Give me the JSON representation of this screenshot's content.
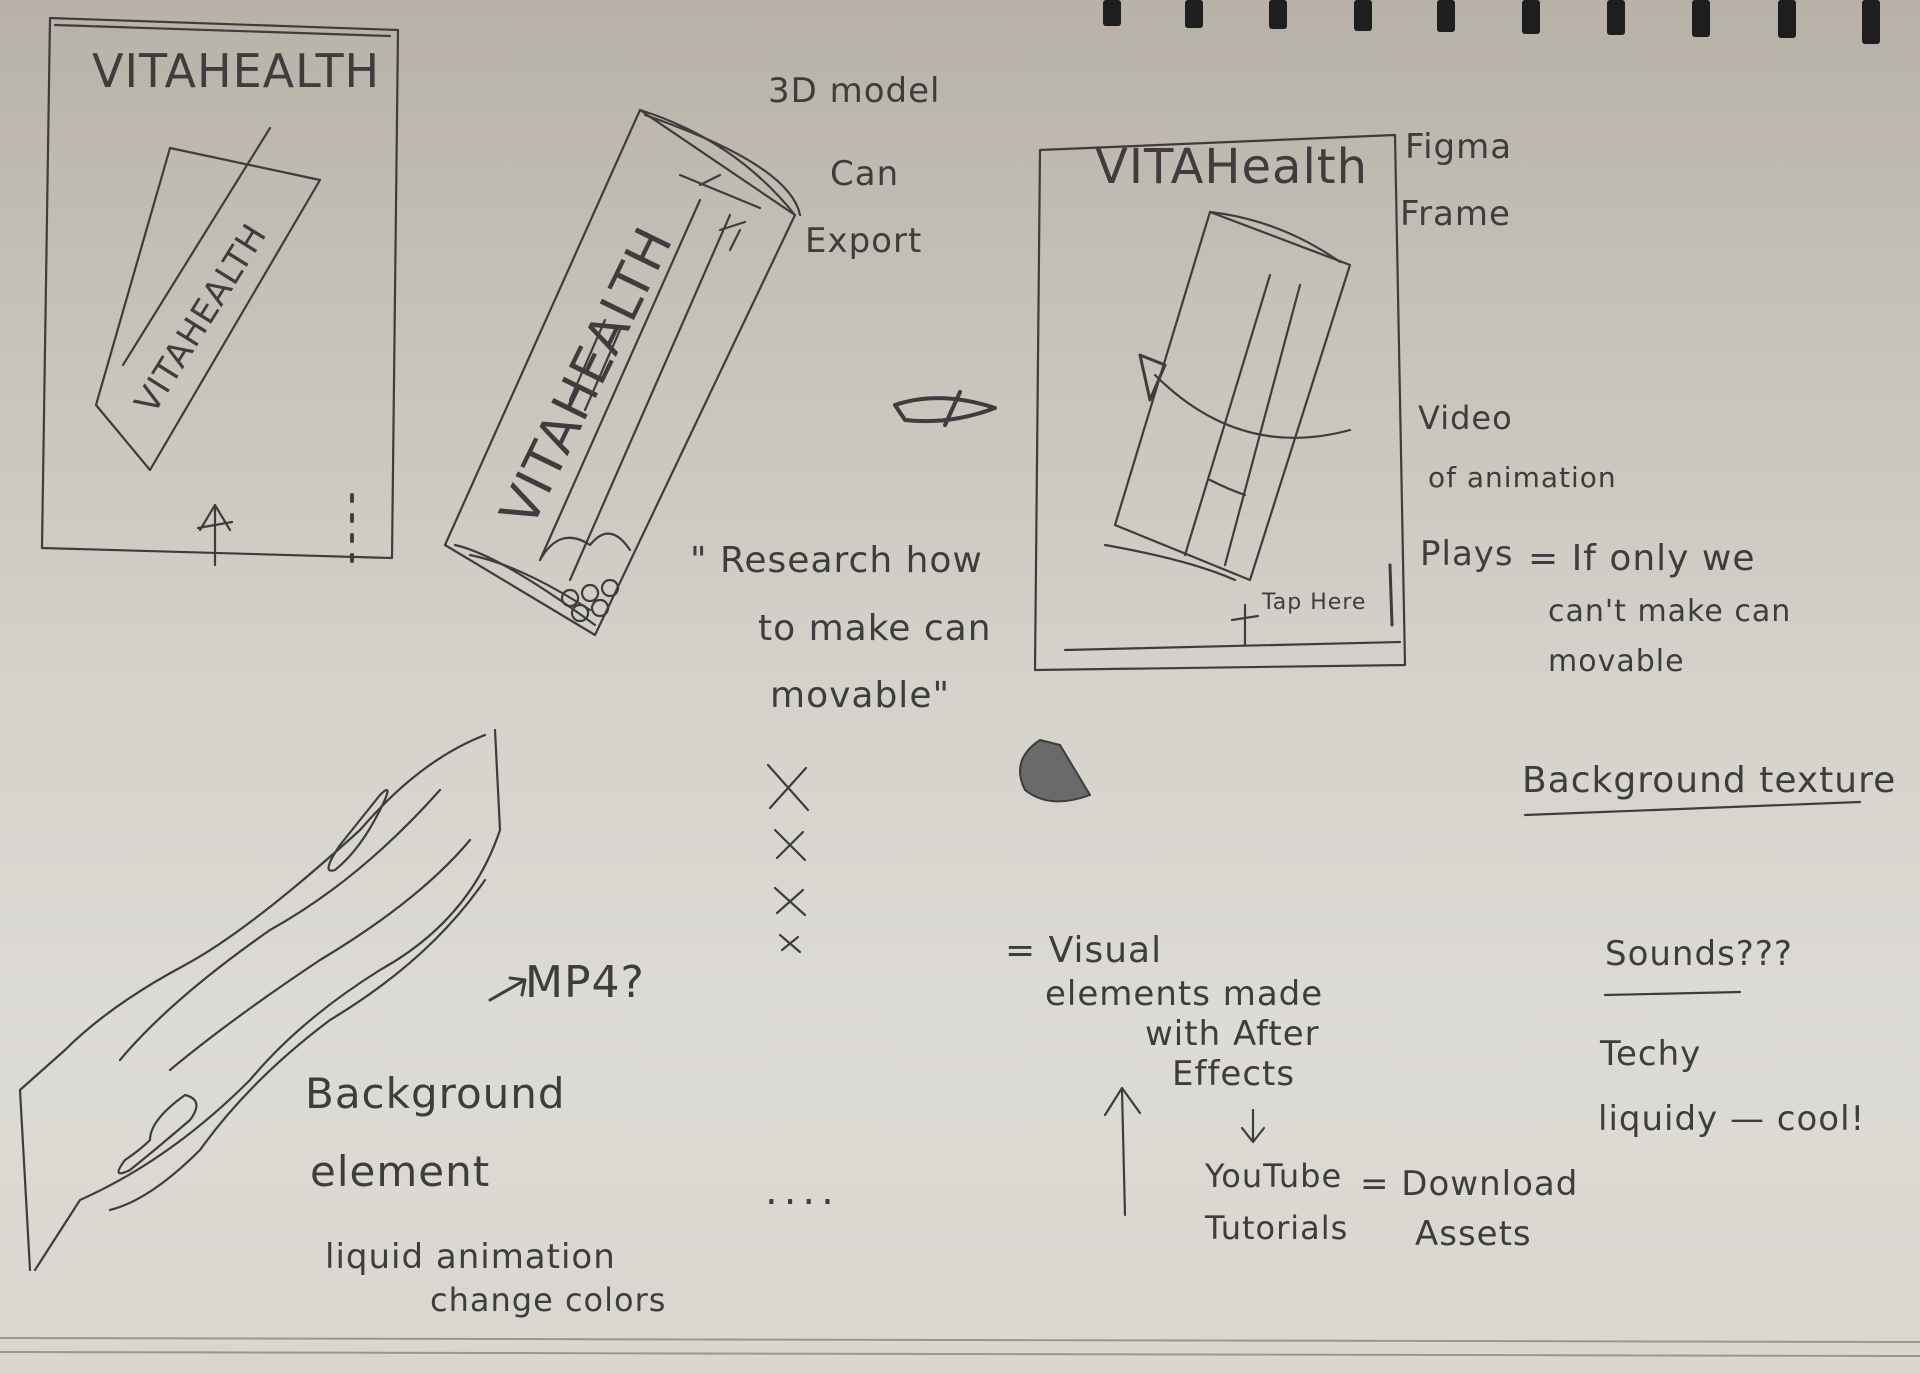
{
  "sketch_1": {
    "title": "VITAHEALTH",
    "can_label": "VITAHEALTH"
  },
  "sketch_2": {
    "can_label": "VITAHEALTH",
    "note": [
      "3D model",
      "Can",
      "Export"
    ]
  },
  "sketch_3": {
    "title": "VITAHealth",
    "side_note": [
      "Figma",
      "Frame"
    ],
    "tap_label": "Tap Here"
  },
  "notes": {
    "video": [
      "Video",
      "of animation",
      "Plays"
    ],
    "if_only": [
      "= If only we",
      "can't make can",
      "movable"
    ],
    "research": [
      "\" Research how",
      "to make can",
      "movable\""
    ],
    "background_texture": "Background texture",
    "mp4": "MP4?",
    "background_element": [
      "Background",
      "element"
    ],
    "liquid": [
      "liquid animation",
      "change colors"
    ],
    "visual": [
      "= Visual",
      "elements made",
      "with After",
      "Effects"
    ],
    "youtube": [
      "YouTube",
      "Tutorials"
    ],
    "download": [
      "= Download",
      "Assets"
    ],
    "sounds": "Sounds???",
    "techy": [
      "Techy",
      "liquidy — cool!"
    ],
    "dots": "...."
  },
  "colors": {
    "pencil": "#3d3d3d",
    "paper": "#d4d1ca",
    "binding": "#1e1e1e"
  }
}
